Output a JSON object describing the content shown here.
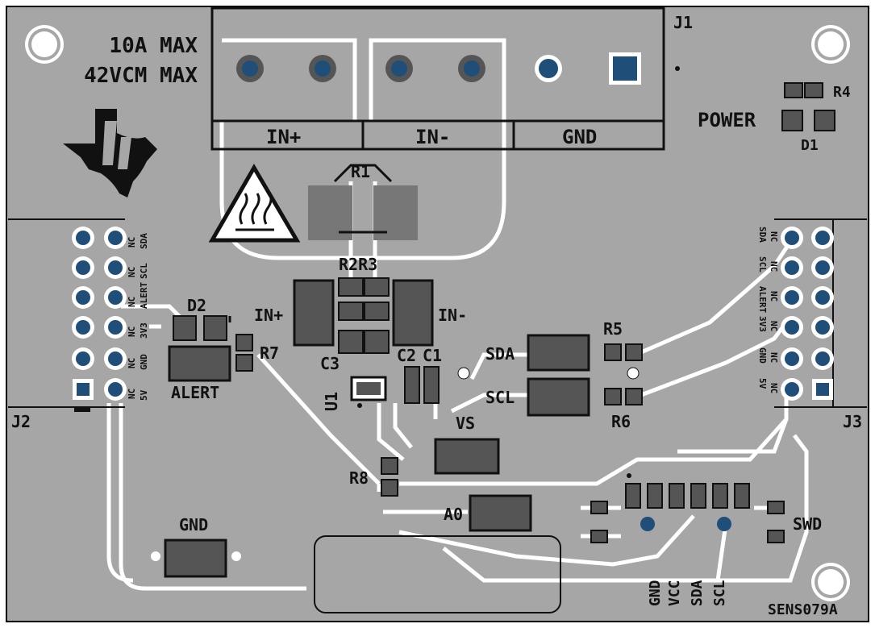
{
  "board": {
    "background": "#a6a6a6",
    "trace_color": "#ffffff",
    "silk_color": "#111111",
    "pad_color": "#555555",
    "via_color": "#1f4e79"
  },
  "labels": {
    "max_current": "10A MAX",
    "max_voltage": "42VCM MAX",
    "j1": "J1",
    "j2": "J2",
    "j3": "J3",
    "in_plus": "IN+",
    "in_minus": "IN-",
    "gnd": "GND",
    "r1": "R1",
    "r2r3": "R2R3",
    "r4": "R4",
    "r5": "R5",
    "r6": "R6",
    "r7": "R7",
    "r8": "R8",
    "d1": "D1",
    "d2": "D2",
    "power": "POWER",
    "alert": "ALERT",
    "c1": "C1",
    "c2": "C2",
    "c3": "C3",
    "u1": "U1",
    "sda": "SDA",
    "scl": "SCL",
    "vs": "VS",
    "a0": "A0",
    "swd": "SWD",
    "gnd_pad": "GND",
    "board_id": "SENS079A",
    "in_plus_small": "IN+",
    "in_minus_small": "IN-"
  },
  "j2_pins": {
    "col1": [
      "NC",
      "NC",
      "NC",
      "NC",
      "NC",
      "NC"
    ],
    "col2": [
      "SDA",
      "SCL",
      "ALERT",
      "3V3",
      "GND",
      "5V"
    ]
  },
  "j3_pins": {
    "col1": [
      "SDA",
      "SCL",
      "ALERT",
      "3V3",
      "GND",
      "5V"
    ],
    "col2": [
      "NC",
      "NC",
      "NC",
      "NC",
      "NC",
      "NC"
    ]
  },
  "swd_pins": [
    "GND",
    "VCC",
    "SDA",
    "SCL"
  ]
}
